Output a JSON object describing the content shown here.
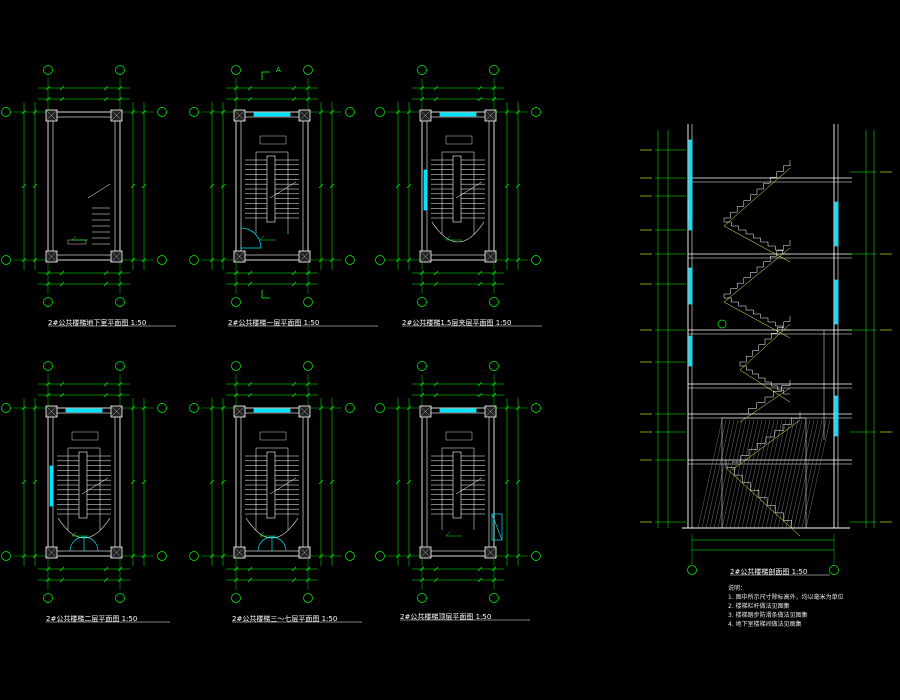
{
  "drawing": {
    "colors": {
      "background": "#000000",
      "walls": "#ffffff",
      "dimension": "#00ff00",
      "steps": "#ffffff",
      "windows": "#00e5ff",
      "hatch": "#bbbbbb",
      "stair_edge": "#ffff66",
      "level": "#ffff00",
      "axis_marker": "#00ff00"
    },
    "plans": [
      {
        "title": "2#公共楼梯地下室平面图",
        "scale": "1:50"
      },
      {
        "title": "2#公共楼梯一层平面图",
        "scale": "1:50"
      },
      {
        "title": "2#公共楼梯1.5层夹层平面图",
        "scale": "1:50"
      },
      {
        "title": "2#公共楼梯二层平面图",
        "scale": "1:50"
      },
      {
        "title": "2#公共楼梯三～七层平面图",
        "scale": "1:50"
      },
      {
        "title": "2#公共楼梯顶层平面图",
        "scale": "1:50"
      }
    ],
    "section": {
      "title": "2#公共楼梯剖面图",
      "scale": "1:50"
    },
    "notes": {
      "heading": "说明：",
      "items": [
        "1. 图中所示尺寸除标高外，均以毫米为单位",
        "2. 楼梯栏杆做法见图集",
        "3. 楼梯踏步防滑条做法见图集",
        "4. 地下室楼梯间做法见图集"
      ]
    },
    "section_marker": "A"
  }
}
